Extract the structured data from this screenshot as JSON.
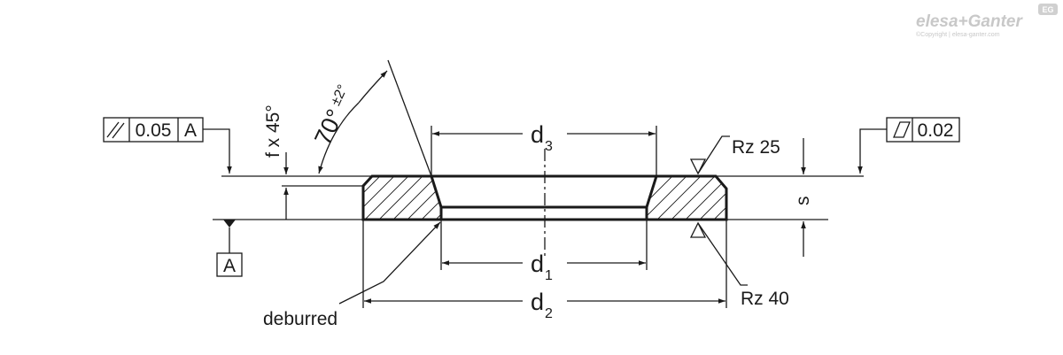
{
  "brand": {
    "logo_text": "elesa+Ganter",
    "badge": "EG",
    "copyright": "©Copyright | elesa-ganter.com"
  },
  "tolerances": {
    "parallelism": {
      "value": "0.05",
      "datum": "A"
    },
    "flatness": {
      "value": "0.02"
    },
    "datum_label": "A"
  },
  "dimensions": {
    "d3": {
      "base": "d",
      "sub": "3"
    },
    "d1": {
      "base": "d",
      "sub": "1"
    },
    "d2": {
      "base": "d",
      "sub": "2"
    },
    "s": "s"
  },
  "annotations": {
    "chamfer": "f x 45°",
    "angle": "70°",
    "angle_tol": "±2°",
    "rz_top": "Rz 25",
    "rz_bottom": "Rz 40",
    "deburred": "deburred"
  }
}
